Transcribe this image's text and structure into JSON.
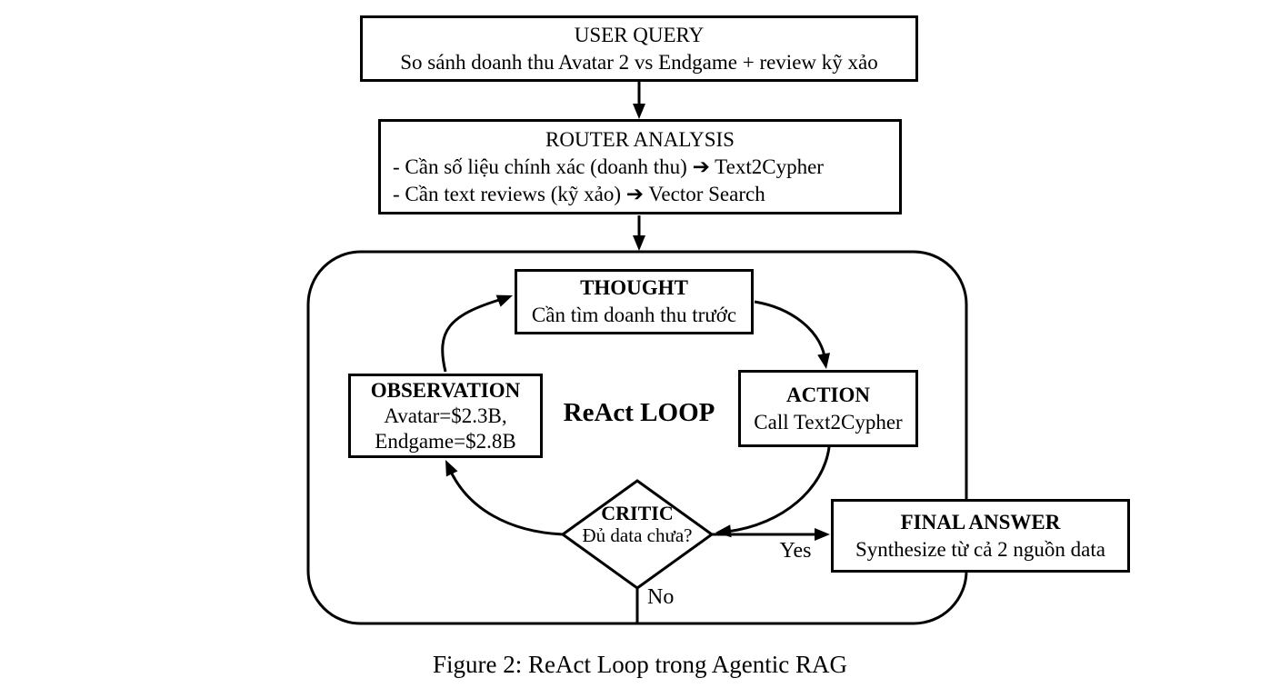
{
  "colors": {
    "ink": "#000000",
    "background": "#ffffff"
  },
  "flow": {
    "user_query": {
      "title": "USER QUERY",
      "subtitle": "So sánh doanh thu Avatar 2 vs Endgame + review kỹ xảo"
    },
    "router": {
      "title": "ROUTER ANALYSIS",
      "lines": [
        "- Cần số liệu chính xác (doanh thu) ➔ Text2Cypher",
        "- Cần text reviews (kỹ xảo) ➔ Vector Search"
      ]
    },
    "loop": {
      "label": "ReAct LOOP",
      "thought": {
        "title": "THOUGHT",
        "subtitle": "Cần tìm doanh thu trước"
      },
      "action": {
        "title": "ACTION",
        "subtitle": "Call Text2Cypher"
      },
      "observation": {
        "title": "OBSERVATION",
        "line1": "Avatar=$2.3B,",
        "line2": "Endgame=$2.8B"
      },
      "critic": {
        "title": "CRITIC",
        "subtitle": "Đủ data chưa?"
      },
      "edges": {
        "yes": "Yes",
        "no": "No"
      }
    },
    "final_answer": {
      "title": "FINAL ANSWER",
      "subtitle": "Synthesize từ cả 2 nguồn data"
    }
  },
  "caption": "Figure 2: ReAct Loop trong Agentic RAG"
}
